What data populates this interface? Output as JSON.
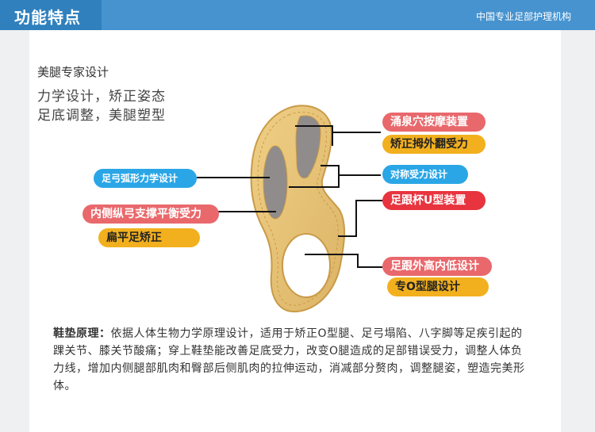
{
  "header": {
    "title": "功能特点",
    "subtitle": "中国专业足部护理机构"
  },
  "section": {
    "title": "美腿专家设计",
    "intro_line1": "力学设计，矫正姿态",
    "intro_line2": "足底调整，美腿塑型"
  },
  "callouts": {
    "yongquan": "涌泉穴按摩装置",
    "muwaifan": "矫正拇外翻受力",
    "duicheng": "对称受力设计",
    "zugenbei": "足跟杯U型装置",
    "zugenwai": "足跟外高内低设计",
    "zhuan_o": "专O型腿设计",
    "zugonghu": "足弓弧形力学设计",
    "neice": "内侧纵弓支撑平衡受力",
    "bianping": "扁平足矫正"
  },
  "description": {
    "label": "鞋垫原理：",
    "text": "依据人体生物力学原理设计，适用于矫正O型腿、足弓塌陷、八字脚等足疾引起的踝关节、膝关节酸痛；穿上鞋垫能改善足底受力，改变O腿造成的足部错误受力，调整人体负力线，增加内侧腿部肌肉和臀部后侧肌肉的拉伸运动，消减部分赘肉，调整腿姿，塑造完美形体。"
  },
  "colors": {
    "header_dark": "#2f80bd",
    "header_light": "#4793cf",
    "tag_red": "#e8343f",
    "tag_pink": "#e9686c",
    "tag_blue": "#2aa6e6",
    "tag_yellow": "#f2b01e",
    "insole": "#e7c57a"
  }
}
